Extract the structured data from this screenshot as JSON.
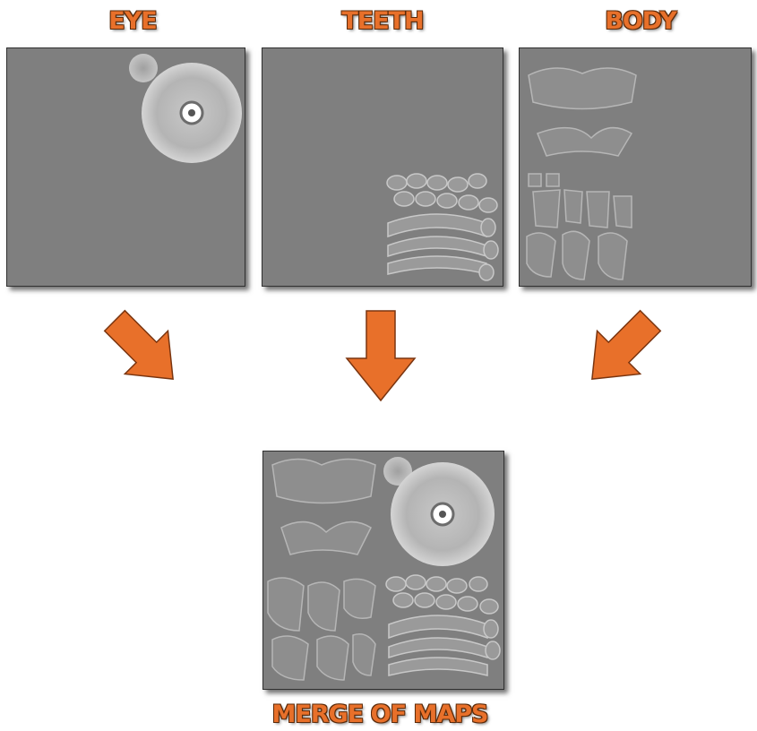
{
  "labels": {
    "eye": "EYE",
    "teeth": "TEETH",
    "body": "BODY",
    "merge": "MERGE OF MAPS"
  },
  "colors": {
    "background": "#ffffff",
    "map_gray": "#7f7f7f",
    "arrow_orange": "#e8702a",
    "label_outline": "#5a2a0a"
  },
  "icons": {
    "arrow_eye": "arrow-down-right-icon",
    "arrow_teeth": "arrow-down-icon",
    "arrow_body": "arrow-down-left-icon"
  }
}
